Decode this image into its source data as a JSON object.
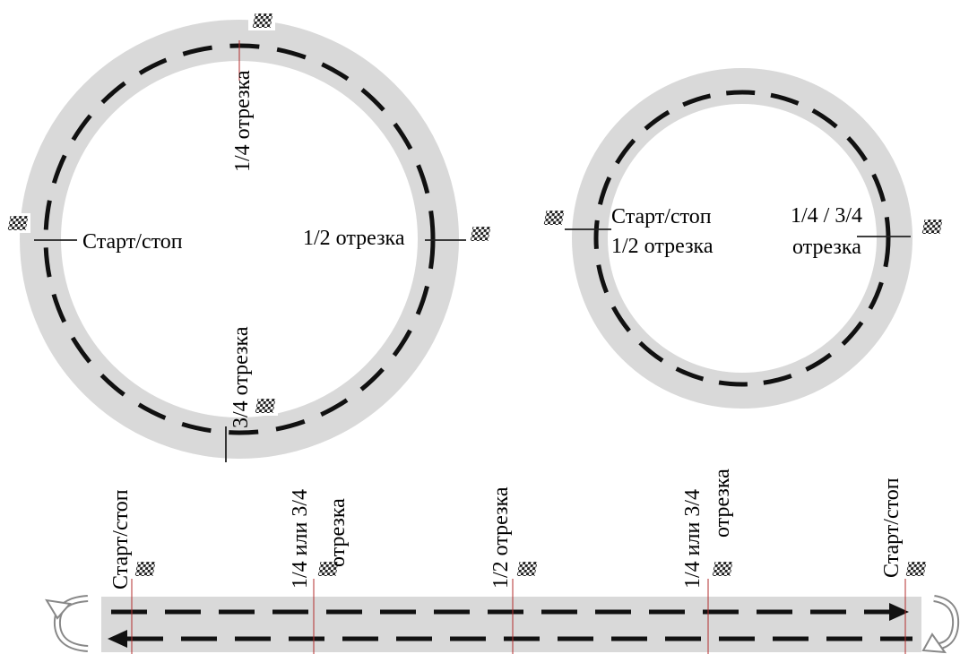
{
  "colors": {
    "track": "#d9d9d9",
    "dash": "#111111",
    "marker": "#222222",
    "flag_dark": "#222222",
    "flag_light": "#ffffff"
  },
  "icons": [
    "checkered-flag-icon",
    "u-turn-arrow-icon"
  ],
  "big_circle": {
    "start_stop": "Старт/стоп",
    "quarter": "1/4 отрезка",
    "half": "1/2 отрезка",
    "three_quarter": "3/4 отрезка"
  },
  "small_circle": {
    "start_stop": "Старт/стоп",
    "half": "1/2 отрезка",
    "quarter_line1": "1/4 / 3/4",
    "quarter_line2": "отрезка"
  },
  "straight": {
    "start_stop_left": "Старт/стоп",
    "quarter_left_line1": "1/4 или 3/4",
    "quarter_left_line2": "отрезка",
    "half": "1/2 отрезка",
    "quarter_right_line1": "1/4 или 3/4",
    "quarter_right_line2": "отрезка",
    "start_stop_right": "Старт/стоп"
  }
}
